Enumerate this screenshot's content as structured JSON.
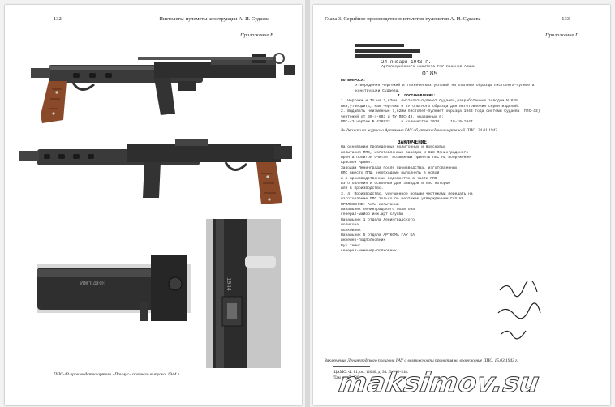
{
  "left_page": {
    "page_number": "132",
    "running_title": "Пистолеты-пулеметы конструкции А. И. Судаева",
    "appendix_label": "Приложение В",
    "caption": "ППС-43 производства артели «Примус» позднего выпуска. 1944 г.",
    "stamp_mark": "ИЖ1400",
    "year_mark": "1944"
  },
  "right_page": {
    "running_chapter": "Глава 3. Серийное производство пистолетов-пулеметов А. И. Судаева",
    "page_number": "133",
    "appendix_label": "Приложение Г",
    "doc1": {
      "date": "24 января 1943 г.",
      "addressee": "Артиллерийского комитета ГАУ Красной Армии",
      "number": "0185",
      "subject_label": "ПО ВОПРОСУ:",
      "subject": "Утверждения чертежей и технических условий на опытные образцы пистолета-пулемета конструкции Судаева.",
      "section": "I. ПОСТАНОВЛЕНИЕ:",
      "para1": "1. Чертежи и ТУ на 7,62мм. пистолет-пулемет Судаева,разработанные заводом N 828 НКВ,утвердить, как чертежи и ТУ опытного образца для изготовления серии изделий.",
      "para2": "2. Выдавать неизменные 7,62мм пистолет-пулемет образца 1943 года системы Судаева (ППС-43) чертежей от 30-4-603 и ТУ ППС-43, указанных в:",
      "para3": "ППС-43 чертеж N 416933 ... в количестве 2024 ... 10-10-1947",
      "caption": "Выдержка из журнала Артикома ГАУ об утверждении чертежей ППС. 24.01.1943."
    },
    "doc2": {
      "title": "ЗАКЛЮЧЕНИЕ",
      "lines": [
        "На основании проведенных полигонных и войсковых",
        "испытаний ППС, изготовленных заводом N 828 Ленинградского",
        "фронта полигон считает возможным принять ППС на вооружение",
        "Красной Армии.",
        "Заводам Ленинграда после производства, изготовленных",
        "ППС вместо ППШ, необходимо выполнить в новой",
        "и в производственных ведомостях в части ППС",
        "изготовления и освоения для заводов в ППС которые",
        "шли в производство.",
        "3. 4. Производство, улучшенное новыми чертежами передать на",
        "изготовление ППС только по чертежам утвержденным ГАУ КА.",
        "ПРИЛОЖЕНИЕ: Акты испытаний",
        "Начальник Ленинградского полигона",
        "генерал-майор инж.арт.службы",
        "Начальник 1 отдела Ленинградского",
        "полигона",
        "полковник",
        "Начальник 5 отдела АРТКОМА ГАУ КА",
        "инженер-подполковник",
        "Рук.темы:",
        "генерал-инженер-полковник"
      ],
      "caption": "Заключение Ленинградского полигона ГАУ о возможности принятия на вооружение ППС. 15.03.1943 г."
    },
    "footnotes": [
      "¹ЦАМО. Ф. 81, оп. 12040, д. 94. Л. 315–318.",
      "²Там же. Л. 430."
    ]
  },
  "watermark": "maksimov.su"
}
